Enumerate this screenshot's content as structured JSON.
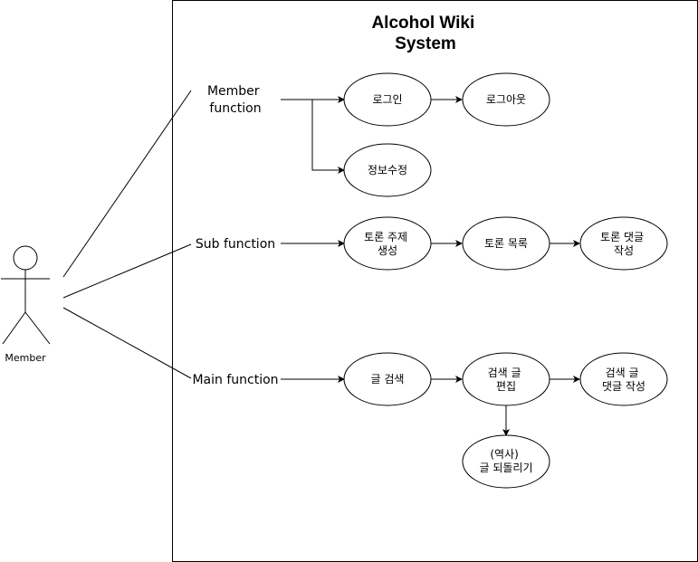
{
  "diagram": {
    "title_lines": [
      "Alcohol Wiki",
      "System"
    ],
    "actor": {
      "label": "Member"
    },
    "groups": {
      "member": {
        "lines": [
          "Member",
          "function"
        ]
      },
      "sub": {
        "lines": [
          "Sub function"
        ]
      },
      "main": {
        "lines": [
          "Main function"
        ]
      }
    },
    "use_cases": {
      "login": {
        "lines": [
          "로그인"
        ]
      },
      "logout": {
        "lines": [
          "로그아웃"
        ]
      },
      "edit_info": {
        "lines": [
          "정보수정"
        ]
      },
      "create_topic": {
        "lines": [
          "토론 주제",
          "생성"
        ]
      },
      "topic_list": {
        "lines": [
          "토론 목록"
        ]
      },
      "topic_comment": {
        "lines": [
          "토론 댓글",
          "작성"
        ]
      },
      "search": {
        "lines": [
          "글 검색"
        ]
      },
      "edit_article": {
        "lines": [
          "검색 글",
          "편집"
        ]
      },
      "article_comment": {
        "lines": [
          "검색 글",
          "댓글 작성"
        ]
      },
      "revert": {
        "lines": [
          "(역사)",
          "글 되돌리기"
        ]
      }
    },
    "colors": {
      "stroke": "#000000",
      "fill": "#ffffff"
    }
  }
}
